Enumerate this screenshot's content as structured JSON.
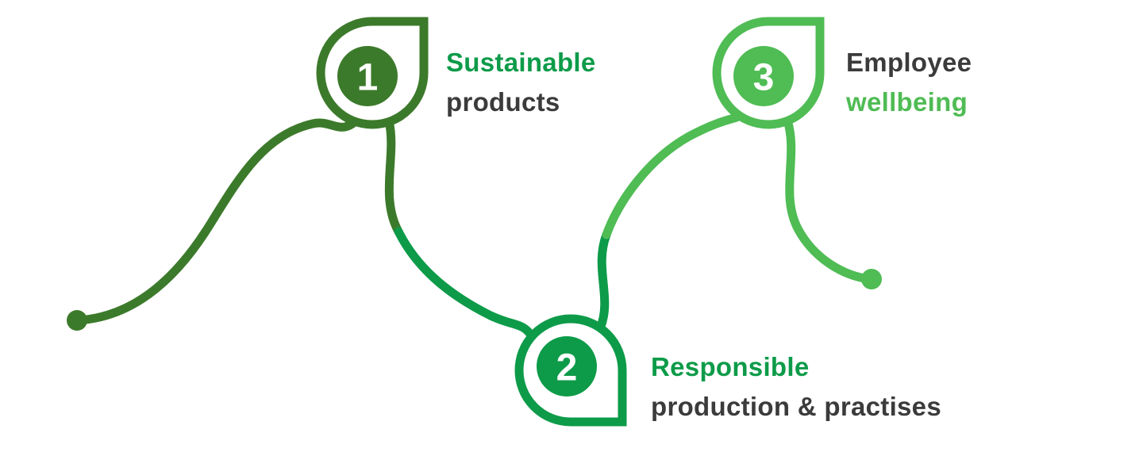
{
  "diagram": {
    "description": "Sustainability milestone path with three leaf markers",
    "icons": [
      "leaf-marker",
      "path-start-dot",
      "path-end-dot"
    ]
  },
  "colors": {
    "dark_green": "#3C7A2B",
    "medium_green": "#0D9B49",
    "light_green": "#4FBC54",
    "text_dark": "#3B3B3C",
    "background": "#FFFFFF",
    "number_text": "#FFFFFF"
  },
  "milestones": [
    {
      "number": "1",
      "line1": "Sustainable",
      "line2": "products",
      "line1_color": "#0D9B49",
      "line2_color": "#3B3B3C"
    },
    {
      "number": "2",
      "line1": "Responsible",
      "line2": "production & practises",
      "line1_color": "#0D9B49",
      "line2_color": "#3B3B3C"
    },
    {
      "number": "3",
      "line1": "Employee",
      "line2": "wellbeing",
      "line1_color": "#3B3B3C",
      "line2_color": "#4FBC54"
    }
  ]
}
